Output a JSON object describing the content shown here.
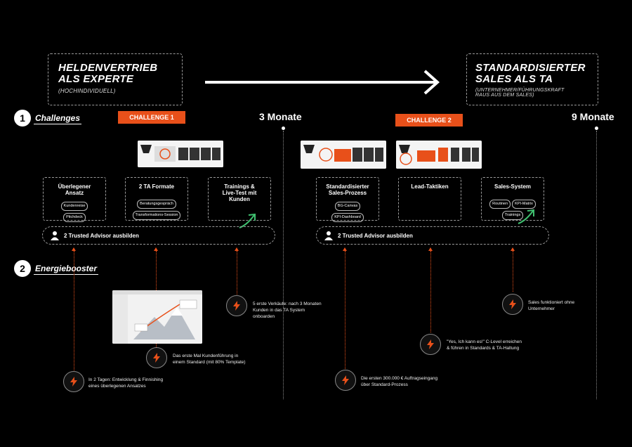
{
  "start": {
    "title_line1": "HELDENVERTRIEB",
    "title_line2": "ALS EXPERTE",
    "subtitle": "(HOCHINDIVIDUELL)"
  },
  "end": {
    "title_line1": "STANDARDISIERTER",
    "title_line2": "SALES ALS TA",
    "subtitle_line1": "(UNTERNEHMER/FÜHRUNGSKRAFT",
    "subtitle_line2": "RAUS AUS DEM SALES)"
  },
  "sections": {
    "challenges": {
      "number": "1",
      "label": "Challenges"
    },
    "energie": {
      "number": "2",
      "label": "Energiebooster"
    }
  },
  "challenge1": {
    "label": "CHALLENGE 1",
    "months": "3 Monate"
  },
  "challenge2": {
    "label": "CHALLENGE 2",
    "months": "9 Monate"
  },
  "cards1": [
    {
      "title_line1": "Überlegener",
      "title_line2": "Ansatz",
      "tags": [
        "Kundenreise",
        "Pitchdeck"
      ]
    },
    {
      "title_line1": "2 TA Formate",
      "title_line2": "",
      "tags": [
        "Beratungsgespräch",
        "Transformations-Session"
      ]
    },
    {
      "title_line1": "Trainings &",
      "title_line2": "Live-Test mit",
      "title_line3": "Kunden",
      "tags": []
    }
  ],
  "cards2": [
    {
      "title_line1": "Standardisierter",
      "title_line2": "Sales-Prozess",
      "tags": [
        "BG-Canvas",
        "KPI-Dashboard"
      ]
    },
    {
      "title_line1": "Lead-Taktiken",
      "title_line2": "",
      "tags": []
    },
    {
      "title_line1": "Sales-System",
      "title_line2": "",
      "tags": [
        "Routinen",
        "KPI-Matrix",
        "Trainings"
      ]
    }
  ],
  "trusted1": "2 Trusted Advisor ausbilden",
  "trusted2": "2 Trusted Advisor ausbilden",
  "boosters": [
    {
      "line1": "In 2 Tagen: Entwicklung & Finnishing",
      "line2": "eines überlegenen Ansatzes"
    },
    {
      "line1": "Das erste Mal Kundenführung in",
      "line2": "einem Standard (mit 80% Template)"
    },
    {
      "line1": "5 erste Verkäufe: nach 3 Monaten",
      "line2": "Kunden in das TA System",
      "line3": "onboarden"
    },
    {
      "line1": "Die ersten 300.000 € Auftragseingang",
      "line2": "über Standard-Prozess"
    },
    {
      "line1": "\"Yes, Ich kann es!\" C-Level erreichen",
      "line2": "& führen in Standards & TA-Haltung"
    },
    {
      "line1": "Sales funktioniert ohne",
      "line2": "Unternehmer"
    }
  ],
  "colors": {
    "accent": "#e8501a",
    "green": "#3fbf6f",
    "background": "#000000"
  }
}
